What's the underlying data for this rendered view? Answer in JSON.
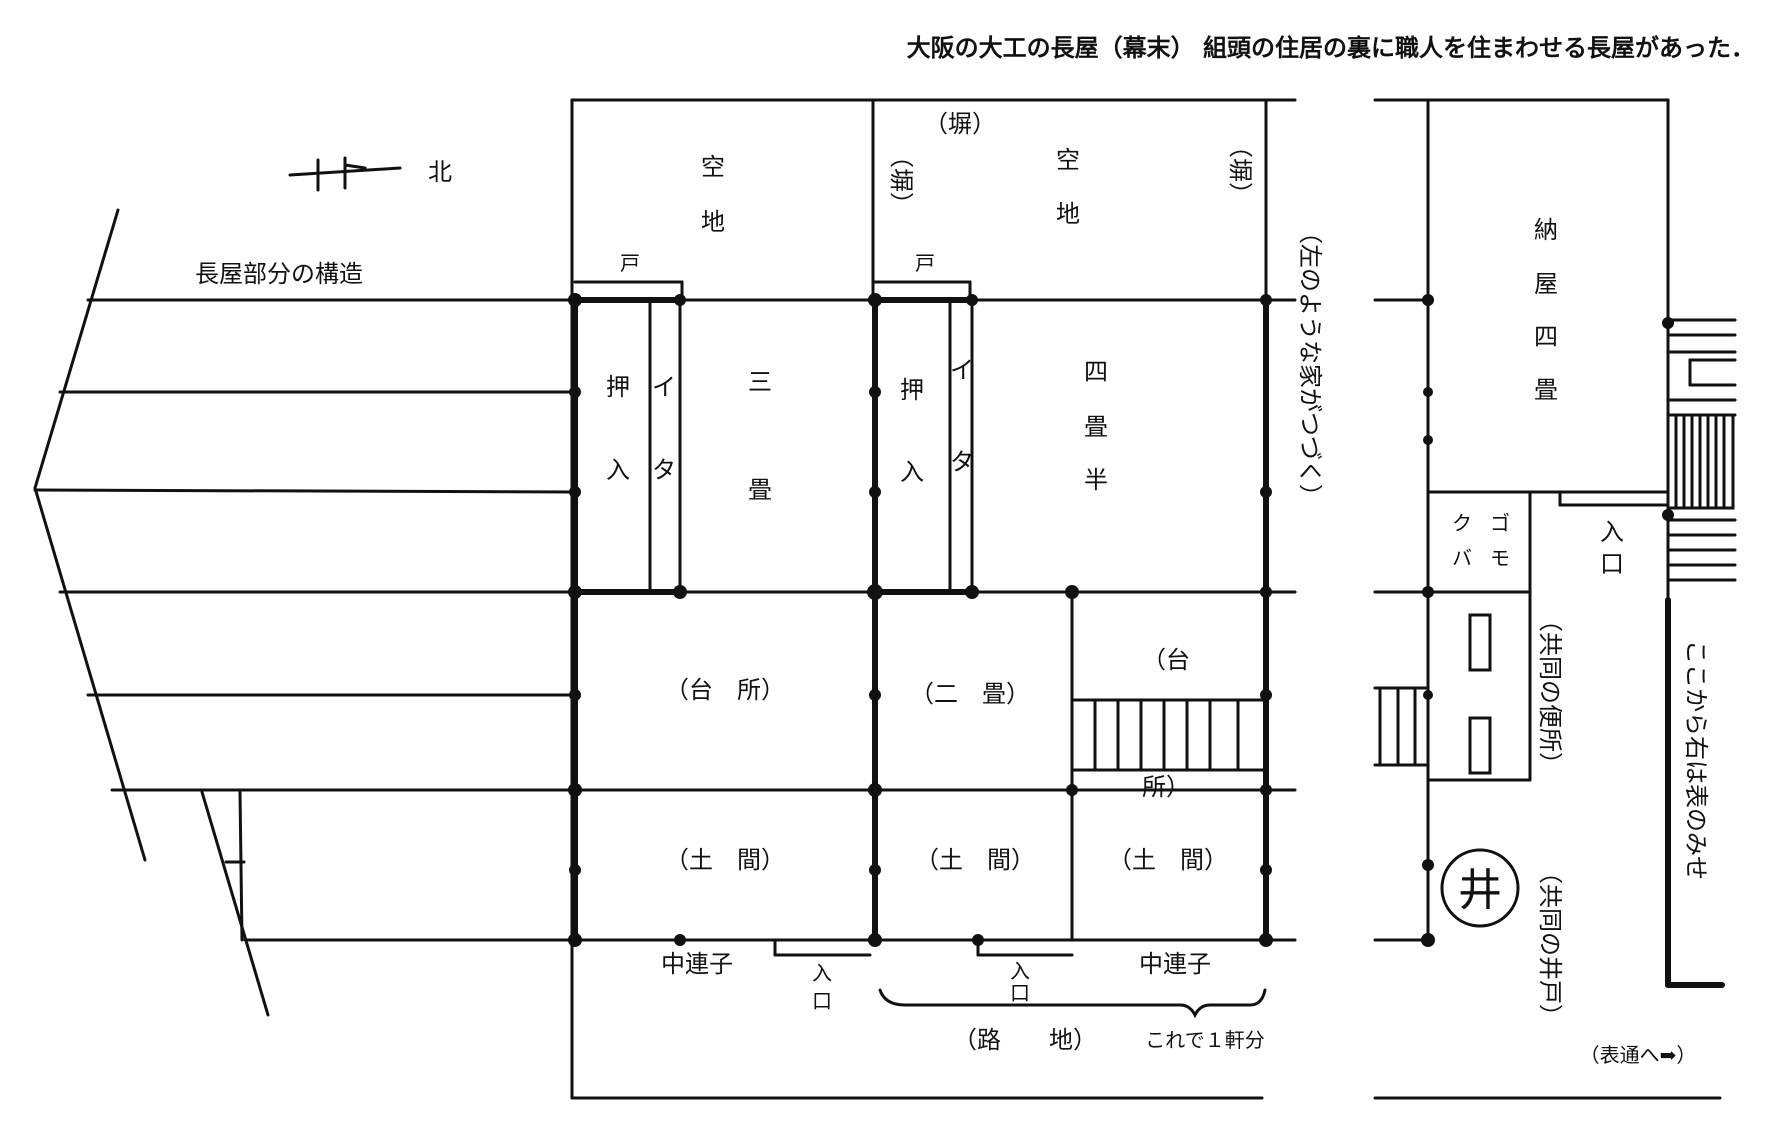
{
  "title": "大阪の大工の長屋（幕末） 組頭の住居の裏に職人を住まわせる長屋があった．",
  "compass": {
    "label": "北"
  },
  "structure_label": "長屋部分の構造",
  "continues": "（左のような家がつづく）",
  "rooms": {
    "vacant_left_1": "空",
    "vacant_left_2": "地",
    "vacant_right_1": "空",
    "vacant_right_2": "地",
    "wall_top": "（塀）",
    "wall_left": "（塀）",
    "wall_right": "（塀）",
    "door_left": "戸",
    "door_right": "戸",
    "closet_1": "押",
    "closet_2": "入",
    "ita_1": "イ",
    "ita_2": "タ",
    "sanjo_1": "三",
    "sanjo_2": "畳",
    "closet_b1": "押",
    "closet_b2": "入",
    "ita_b1": "イ",
    "ita_b2": "タ",
    "yojohan_1": "四",
    "yojohan_2": "畳",
    "yojohan_3": "半",
    "kitchen_left": "（台　所）",
    "nijo": "（二　畳）",
    "kitchen_right_1": "（台",
    "kitchen_right_2": "所）",
    "doma_1": "（土　間）",
    "doma_2": "（土　間）",
    "doma_3": "（土　間）",
    "lattice_left": "中連子",
    "lattice_right": "中連子",
    "entrance_left_1": "入",
    "entrance_left_2": "口",
    "entrance_mid_1": "入",
    "entrance_mid_2": "口",
    "alley": "（路　　地）",
    "one_house": "これで１軒分"
  },
  "right_block": {
    "nandoya_1": "納",
    "nandoya_2": "屋",
    "nandoya_3": "四",
    "nandoya_4": "畳",
    "gomi_1": "ゴ",
    "gomi_2": "モ",
    "gomi_3": "ク",
    "gomi_4": "バ",
    "entrance_1": "入",
    "entrance_2": "口",
    "toilet": "（共同の便所）",
    "well": "（共同の井戸）",
    "well_symbol": "井",
    "shops": "ここから右は表のみせ",
    "to_street": "（表通へ➡）"
  }
}
